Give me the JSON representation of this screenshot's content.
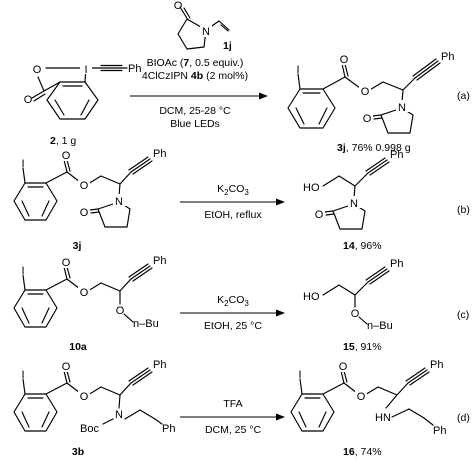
{
  "atoms": {
    "O": "O",
    "I": "I",
    "Ph": "Ph",
    "N": "N",
    "HO": "HO",
    "HN": "HN",
    "Boc": "Boc",
    "nBu": "n–Bu"
  },
  "reagent": {
    "label": "1j"
  },
  "reaction_a": {
    "cond1_pre": "BIOAc (",
    "cond1_num": "7",
    "cond1_post": ", 0.5 equiv.)",
    "cond2_pre": "4ClCzIPN ",
    "cond2_num": "4b",
    "cond2_post": " (2 mol%)",
    "cond3": "DCM, 25-28 °C",
    "cond4": "Blue LEDs",
    "sm_num": "2",
    "sm_rest": ", 1 g",
    "prod_num": "3j",
    "prod_rest": ", 76% 0.998 g",
    "tag": "(a)"
  },
  "reaction_b": {
    "cond1_pre": "K",
    "cond1_sub": "2",
    "cond1_post": "CO",
    "cond1_sub2": "3",
    "cond2": "EtOH, reflux",
    "sm_num": "3j",
    "prod_num": "14",
    "prod_rest": ", 96%",
    "tag": "(b)"
  },
  "reaction_c": {
    "cond1_pre": "K",
    "cond1_sub": "2",
    "cond1_post": "CO",
    "cond1_sub2": "3",
    "cond2": "EtOH, 25 °C",
    "sm_num": "10a",
    "prod_num": "15",
    "prod_rest": ", 91%",
    "tag": "(c)"
  },
  "reaction_d": {
    "cond1": "TFA",
    "cond2": "DCM, 25 °C",
    "sm_num": "3b",
    "prod_num": "16",
    "prod_rest": ", 74%",
    "tag": "(d)"
  }
}
